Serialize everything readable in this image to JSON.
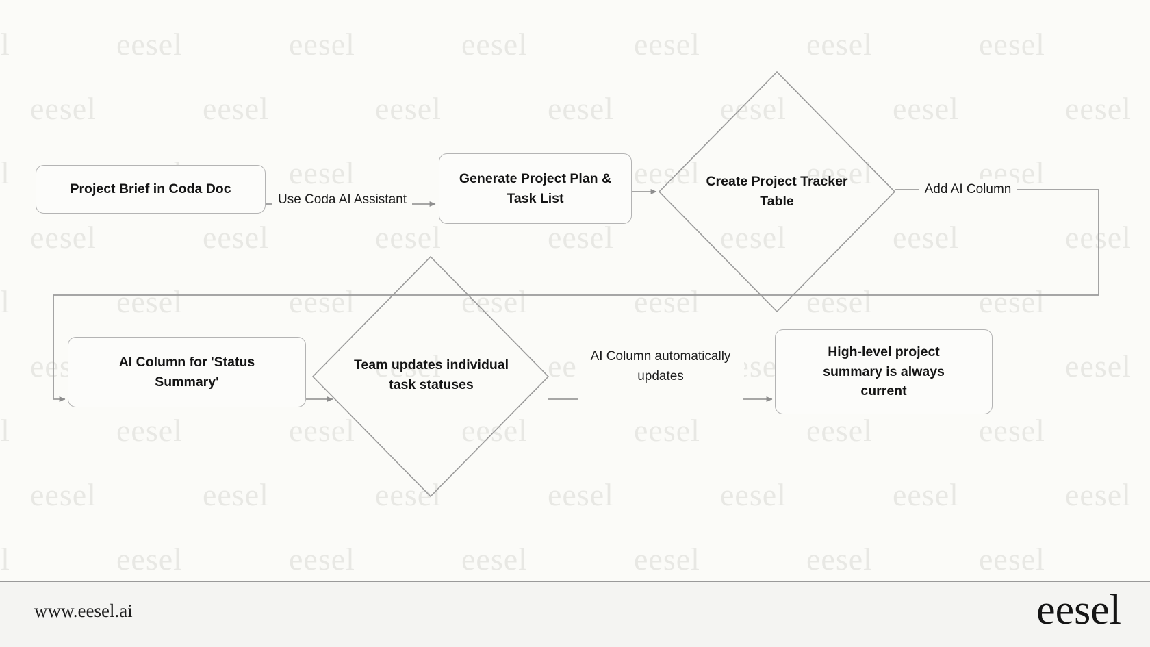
{
  "canvas": {
    "background_color": "#fbfbf8",
    "stroke_color": "#9b9b9b",
    "node_border_color": "#b4b4b4",
    "text_color": "#141414"
  },
  "watermark": {
    "text": "eesel",
    "color": "#e8e8e4"
  },
  "diagram": {
    "type": "flowchart",
    "nodes": [
      {
        "id": "n1",
        "shape": "rounded-rect",
        "label": "Project Brief in Coda Doc"
      },
      {
        "id": "n2",
        "shape": "rounded-rect",
        "label": "Generate Project Plan & Task List"
      },
      {
        "id": "n3",
        "shape": "diamond",
        "label": "Create Project Tracker Table"
      },
      {
        "id": "n4",
        "shape": "rounded-rect",
        "label": "AI Column for 'Status Summary'"
      },
      {
        "id": "n5",
        "shape": "diamond",
        "label": "Team updates individual task statuses"
      },
      {
        "id": "n6",
        "shape": "rounded-rect",
        "label": "High-level project summary is always current"
      }
    ],
    "edges": [
      {
        "from": "n1",
        "to": "n2",
        "label": "Use Coda AI Assistant"
      },
      {
        "from": "n2",
        "to": "n3",
        "label": ""
      },
      {
        "from": "n3",
        "to": "n4",
        "label": "Add AI Column"
      },
      {
        "from": "n4",
        "to": "n5",
        "label": ""
      },
      {
        "from": "n5",
        "to": "n6",
        "label": "AI Column automatically updates"
      }
    ]
  },
  "node_text": {
    "n1_line1": "Project Brief in Coda Doc",
    "n2_line1": "Generate Project Plan &",
    "n2_line2": "Task List",
    "n3_line1": "Create Project Tracker",
    "n3_line2": "Table",
    "n4_line1": "AI Column for 'Status",
    "n4_line2": "Summary'",
    "n5_line1": "Team updates individual",
    "n5_line2": "task statuses",
    "n6_line1": "High-level project",
    "n6_line2": "summary is always",
    "n6_line3": "current"
  },
  "edge_text": {
    "e1": "Use Coda AI Assistant",
    "e3": "Add AI Column",
    "e5_line1": "AI Column automatically",
    "e5_line2": "updates"
  },
  "footer": {
    "url": "www.eesel.ai",
    "logo": "eesel"
  }
}
